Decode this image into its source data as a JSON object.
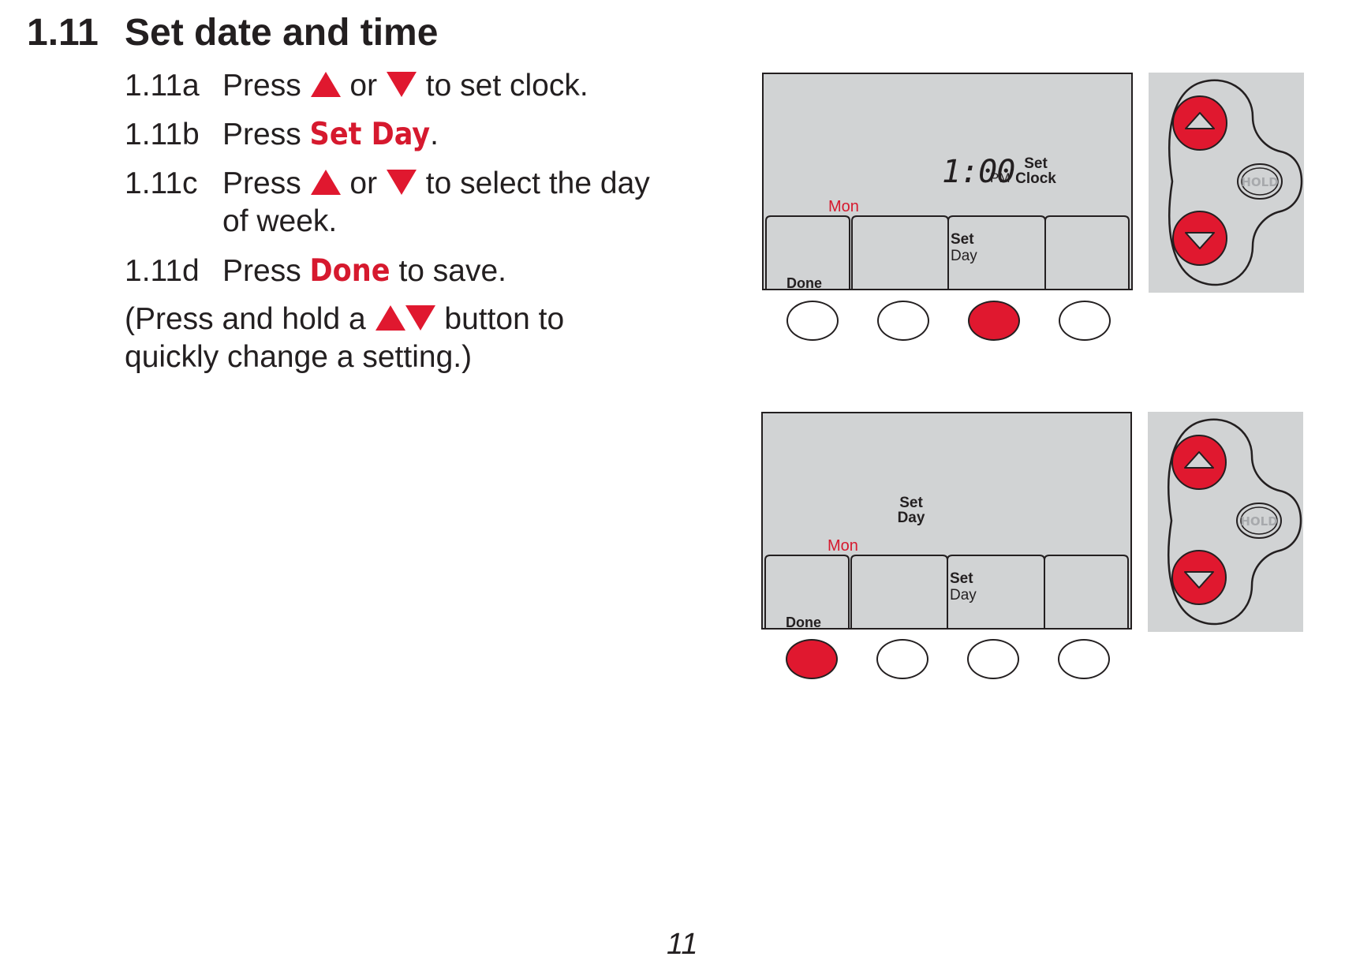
{
  "section": {
    "number": "1.11",
    "title": "Set date and time"
  },
  "steps": [
    {
      "id": "1.11a",
      "parts": {
        "press": "Press",
        "or": "or",
        "rest": "to set clock."
      }
    },
    {
      "id": "1.11b",
      "parts": {
        "press": "Press",
        "keyword": "Set Day",
        "rest": "."
      }
    },
    {
      "id": "1.11c",
      "parts": {
        "press": "Press",
        "or": "or",
        "rest": "to select the day",
        "line2": "of week."
      }
    },
    {
      "id": "1.11d",
      "parts": {
        "press": "Press",
        "keyword": "Done",
        "rest": "to save."
      }
    }
  ],
  "note": {
    "before": "(Press and hold a",
    "after": "button to",
    "line2": "quickly change a setting.)"
  },
  "display_top": {
    "time": "1:00",
    "ampm": "PM",
    "mode_line1": "Set",
    "mode_line2": "Clock",
    "day": "Mon",
    "soft_labels": [
      "Done",
      "",
      "Set Day",
      ""
    ],
    "soft_label_set": "Set",
    "soft_label_day": "Day",
    "pressed_button_index": 2
  },
  "display_bottom": {
    "mode_line1": "Set",
    "mode_line2": "Day",
    "day": "Mon",
    "soft_label_done": "Done",
    "soft_label_set": "Set",
    "soft_label_day": "Day",
    "pressed_button_index": 0
  },
  "keypad": {
    "hold_label": "HOLD",
    "up_icon": "triangle-up-icon",
    "down_icon": "triangle-down-icon"
  },
  "colors": {
    "accent_red": "#d6192e",
    "button_red": "#e0182f",
    "lcd_gray": "#d1d3d4"
  },
  "page_number": "11"
}
